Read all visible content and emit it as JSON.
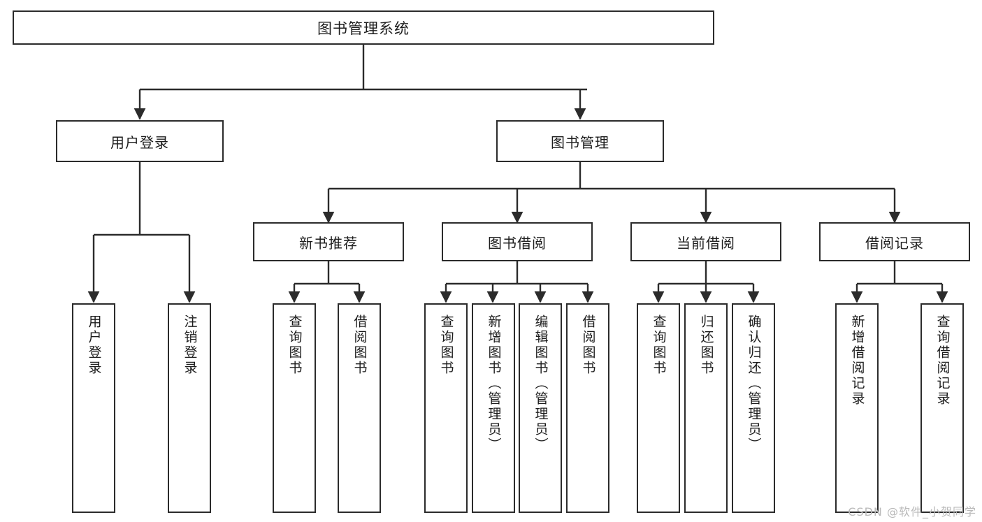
{
  "diagram": {
    "title": "图书管理系统",
    "type": "tree",
    "stroke_color": "#2b2b2b",
    "fill_color": "#ffffff",
    "text_color": "#1c1c1c",
    "watermark": "CSDN @软件_小贺同学"
  },
  "root": {
    "label": "图书管理系统"
  },
  "level1": [
    {
      "label": "用户登录"
    },
    {
      "label": "图书管理"
    }
  ],
  "level2": [
    {
      "label": "新书推荐"
    },
    {
      "label": "图书借阅"
    },
    {
      "label": "当前借阅"
    },
    {
      "label": "借阅记录"
    }
  ],
  "leaves": {
    "user_login": [
      {
        "label": "用户登录"
      },
      {
        "label": "注销登录"
      }
    ],
    "new_book_recommend": [
      {
        "label": "查询图书"
      },
      {
        "label": "借阅图书"
      }
    ],
    "book_borrow": [
      {
        "label": "查询图书"
      },
      {
        "label": "新增图书（管理员）"
      },
      {
        "label": "编辑图书（管理员）"
      },
      {
        "label": "借阅图书"
      }
    ],
    "current_borrow": [
      {
        "label": "查询图书"
      },
      {
        "label": "归还图书"
      },
      {
        "label": "确认归还（管理员）"
      }
    ],
    "borrow_record": [
      {
        "label": "新增借阅记录"
      },
      {
        "label": "查询借阅记录"
      }
    ]
  }
}
